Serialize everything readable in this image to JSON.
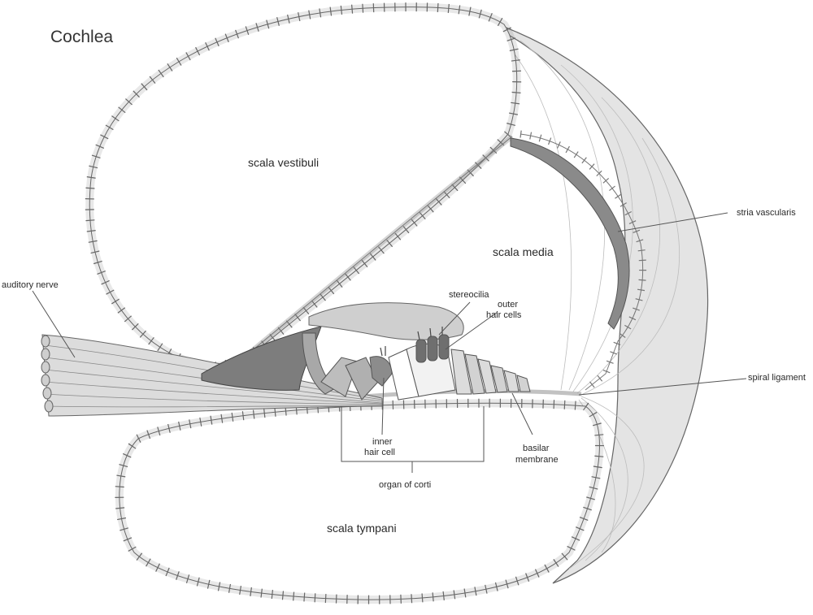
{
  "title": "Cochlea",
  "labels": {
    "scala_vestibuli": "scala vestibuli",
    "scala_media": "scala media",
    "scala_tympani": "scala tympani",
    "stria_vascularis": "stria vascularis",
    "auditory_nerve": "auditory nerve",
    "stereocilia": "stereocilia",
    "outer_hair_cells_1": "outer",
    "outer_hair_cells_2": "hair cells",
    "spiral_ligament": "spiral ligament",
    "inner_hair_cell_1": "inner",
    "inner_hair_cell_2": "hair cell",
    "basilar_membrane_1": "basilar",
    "basilar_membrane_2": "membrane",
    "organ_of_corti": "organ of corti"
  },
  "colors": {
    "membrane_fill": "#e6e6e6",
    "cell_fill": "#ffffff",
    "tectorial": "#cfcfcf",
    "limbus": "#7d7d7d",
    "stria": "#8a8a8a",
    "nerve": "#d6d6d6",
    "outline": "#555555"
  }
}
